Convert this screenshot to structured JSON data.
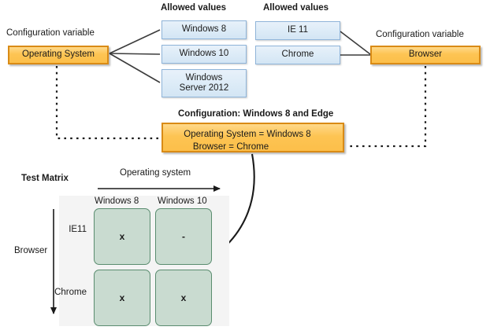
{
  "diagram": {
    "title_hidden": "",
    "left_group": {
      "variable_caption": "Configuration variable",
      "variable_name": "Operating System",
      "allowed_values_caption": "Allowed values",
      "allowed_values": [
        "Windows 8",
        "Windows 10",
        "Windows\nServer 2012"
      ],
      "allowed_values_flat": [
        "Windows 8",
        "Windows 10",
        "Windows Server 2012"
      ]
    },
    "right_group": {
      "variable_caption": "Configuration variable",
      "variable_name": "Browser",
      "allowed_values_caption": "Allowed values",
      "allowed_values": [
        "IE 11",
        "Chrome"
      ]
    },
    "configuration": {
      "caption": "Configuration: Windows 8 and Edge",
      "line1": "Operating System = Windows 8",
      "line2": "Browser = Chrome"
    },
    "matrix": {
      "title": "Test Matrix",
      "x_axis_label": "Operating system",
      "y_axis_label": "Browser",
      "columns": [
        "Windows 8",
        "Windows 10"
      ],
      "rows": [
        "IE11",
        "Chrome"
      ],
      "cells": [
        [
          "x",
          "-"
        ],
        [
          "x",
          "x"
        ]
      ]
    },
    "colors": {
      "orange_fill": "#fdc453",
      "orange_border": "#d98b16",
      "blue_fill": "#dcebf7",
      "blue_border": "#8fb4d9",
      "cell_fill": "#c9dbd0",
      "cell_border": "#5a8c6f",
      "panel_bg": "#f4f4f4",
      "connector": "#3c3c3c"
    }
  }
}
